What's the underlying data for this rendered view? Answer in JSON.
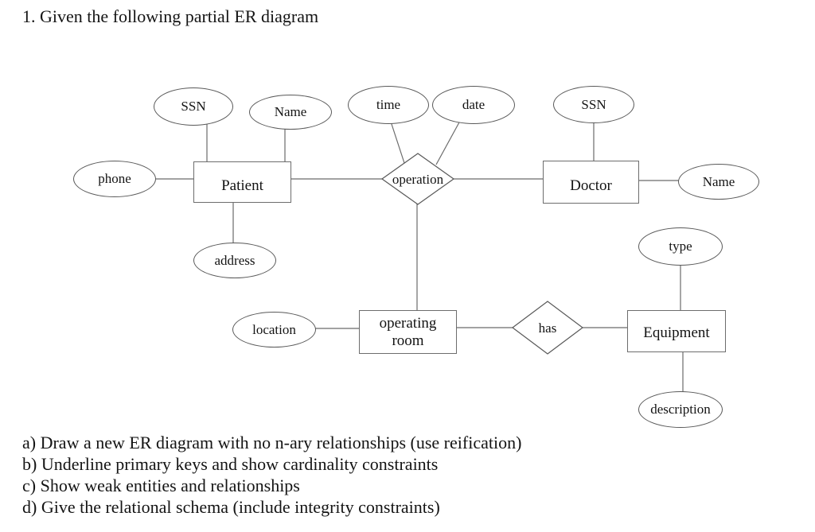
{
  "title": "1. Given the following partial ER diagram",
  "colors": {
    "background": "#ffffff",
    "stroke": "#666666",
    "text": "#141414"
  },
  "diagram": {
    "entities": [
      {
        "label": "Patient"
      },
      {
        "label": "Doctor"
      },
      {
        "label": "operating room"
      },
      {
        "label": "Equipment"
      }
    ],
    "relationships": [
      {
        "label": "operation"
      },
      {
        "label": "has"
      }
    ],
    "attributes": [
      {
        "label": "phone"
      },
      {
        "label": "SSN"
      },
      {
        "label": "Name"
      },
      {
        "label": "address"
      },
      {
        "label": "time"
      },
      {
        "label": "date"
      },
      {
        "label": "SSN"
      },
      {
        "label": "Name"
      },
      {
        "label": "location"
      },
      {
        "label": "type"
      },
      {
        "label": "description"
      }
    ],
    "connections": [
      [
        "phone",
        "Patient"
      ],
      [
        "SSN",
        "Patient"
      ],
      [
        "Name",
        "Patient"
      ],
      [
        "address",
        "Patient"
      ],
      [
        "Patient",
        "operation"
      ],
      [
        "time",
        "operation"
      ],
      [
        "date",
        "operation"
      ],
      [
        "operation",
        "Doctor"
      ],
      [
        "operation",
        "operating room"
      ],
      [
        "SSN",
        "Doctor"
      ],
      [
        "Doctor",
        "Name"
      ],
      [
        "location",
        "operating room"
      ],
      [
        "operating room",
        "has"
      ],
      [
        "has",
        "Equipment"
      ],
      [
        "type",
        "Equipment"
      ],
      [
        "Equipment",
        "description"
      ]
    ]
  },
  "questions": [
    "a) Draw a new ER diagram with no n-ary relationships (use reification)",
    "b) Underline primary keys and show cardinality constraints",
    "c) Show weak entities and relationships",
    "d) Give the relational schema (include integrity constraints)"
  ]
}
